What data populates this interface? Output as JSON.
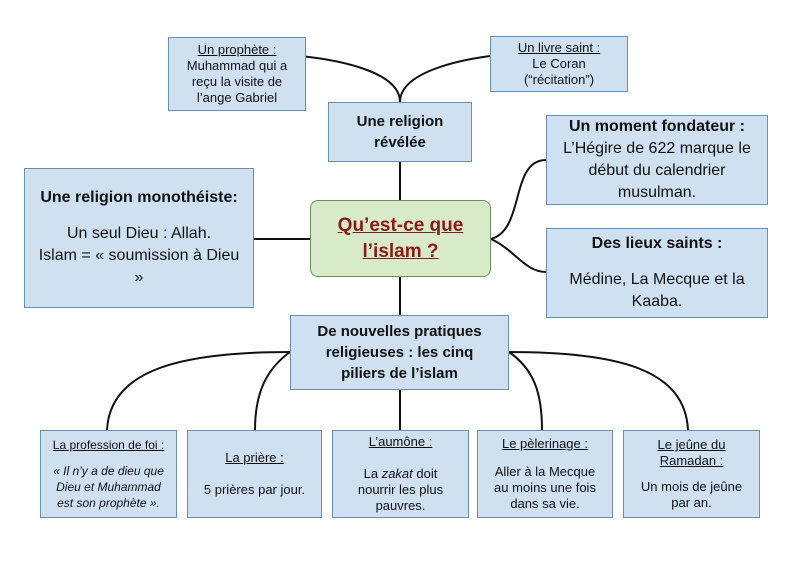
{
  "center": {
    "line1": "Qu’est-ce que",
    "line2": "l’islam ?"
  },
  "prophete": {
    "title": "Un prophète :",
    "line1": "Muhammad qui a",
    "line2": "reçu la visite de",
    "line3": "l’ange Gabriel"
  },
  "livre": {
    "title": "Un livre saint :",
    "line1": "Le Coran",
    "line2": "(“récitation”)"
  },
  "revelee": {
    "line1": "Une religion",
    "line2": "révélée"
  },
  "fondateur": {
    "title": "Un moment fondateur :",
    "line1": "L’Hégire de 622 marque le",
    "line2": "début du calendrier",
    "line3": "musulman."
  },
  "monotheiste": {
    "title": "Une religion monothéiste:",
    "line1": "Un seul Dieu : Allah.",
    "line2": "Islam = « soumission à Dieu",
    "line3": "»"
  },
  "lieux": {
    "title": "Des lieux saints :",
    "line1": "Médine, La Mecque et la",
    "line2": "Kaaba."
  },
  "pratiques": {
    "line1": "De nouvelles pratiques",
    "line2": "religieuses : les cinq",
    "line3": "piliers de l’islam"
  },
  "pillars": {
    "profession": {
      "title": "La profession de foi :",
      "line1": "« Il n’y a de dieu que",
      "line2": "Dieu et Muhammad",
      "line3": "est son prophète »."
    },
    "priere": {
      "title": "La prière :",
      "line1": "5 prières par jour."
    },
    "aumone": {
      "title": "L’aumône :",
      "line1_pre": "La ",
      "line1_em": "zakat",
      "line1_post": " doit",
      "line2": "nourrir les plus",
      "line3": "pauvres."
    },
    "pelerinage": {
      "title": "Le pèlerinage :",
      "line1": "Aller à la Mecque",
      "line2": "au moins  une fois",
      "line3": "dans sa vie."
    },
    "jeune": {
      "title1": "Le jeûne du",
      "title2": "Ramadan :",
      "line1": "Un mois de jeûne",
      "line2": "par an."
    }
  }
}
